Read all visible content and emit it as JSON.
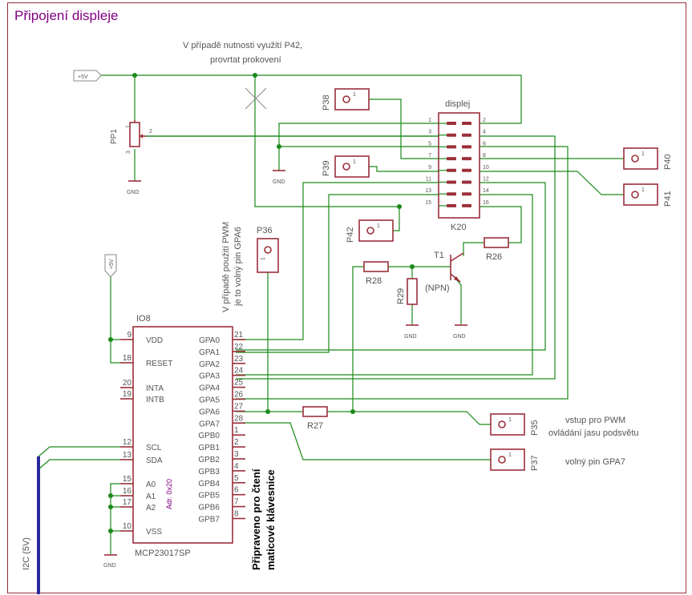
{
  "title": "Připojení displeje",
  "notes": {
    "p42_line1": "V případě nutnosti využití P42,",
    "p42_line2": "provrtat prokovení",
    "pwm_line1": "V případě použití PWM",
    "pwm_line2": "je to volný pin GPA6",
    "p35_line1": "vstup pro PWM",
    "p35_line2": "ovládání jasu podsvětu",
    "p37": "volný pin GPA7",
    "keypad_line1": "Připraveno pro čtení",
    "keypad_line2": "maticové klávesnice"
  },
  "power": {
    "vplus": "+5V",
    "gnd": "GND"
  },
  "potentiometer": {
    "name": "PP1",
    "pin1": "1",
    "pin2": "2",
    "pin3": "3"
  },
  "display": {
    "label": "displej",
    "name": "K20",
    "left_pins": [
      "1",
      "3",
      "5",
      "7",
      "9",
      "11",
      "13",
      "15"
    ],
    "right_pins": [
      "2",
      "4",
      "6",
      "8",
      "10",
      "12",
      "14",
      "16"
    ]
  },
  "headers": {
    "p38": "P38",
    "p39": "P39",
    "p40": "P40",
    "p41": "P41",
    "p42": "P42",
    "p36": "P36",
    "p35": "P35",
    "p37": "P37",
    "pin": "1"
  },
  "transistor": {
    "name": "T1",
    "type": "(NPN)"
  },
  "resistors": {
    "r26": "R26",
    "r27": "R27",
    "r28": "R28",
    "r29": "R29"
  },
  "ic": {
    "ref": "IO8",
    "part": "MCP23017SP",
    "addr": "Adr. 0x20",
    "left": [
      {
        "num": "9",
        "name": "VDD"
      },
      {
        "num": "18",
        "name": "RESET"
      },
      {
        "num": "20",
        "name": "INTA"
      },
      {
        "num": "19",
        "name": "INTB"
      },
      {
        "num": "12",
        "name": "SCL"
      },
      {
        "num": "13",
        "name": "SDA"
      },
      {
        "num": "15",
        "name": "A0"
      },
      {
        "num": "16",
        "name": "A1"
      },
      {
        "num": "17",
        "name": "A2"
      },
      {
        "num": "10",
        "name": "VSS"
      }
    ],
    "right": [
      {
        "num": "21",
        "name": "GPA0"
      },
      {
        "num": "22",
        "name": "GPA1"
      },
      {
        "num": "23",
        "name": "GPA2"
      },
      {
        "num": "24",
        "name": "GPA3"
      },
      {
        "num": "25",
        "name": "GPA4"
      },
      {
        "num": "26",
        "name": "GPA5"
      },
      {
        "num": "27",
        "name": "GPA6"
      },
      {
        "num": "28",
        "name": "GPA7"
      },
      {
        "num": "1",
        "name": "GPB0"
      },
      {
        "num": "2",
        "name": "GPB1"
      },
      {
        "num": "3",
        "name": "GPB2"
      },
      {
        "num": "4",
        "name": "GPB3"
      },
      {
        "num": "5",
        "name": "GPB4"
      },
      {
        "num": "6",
        "name": "GPB5"
      },
      {
        "num": "7",
        "name": "GPB6"
      },
      {
        "num": "8",
        "name": "GPB7"
      }
    ]
  },
  "bus_label": "I2C (5V)"
}
